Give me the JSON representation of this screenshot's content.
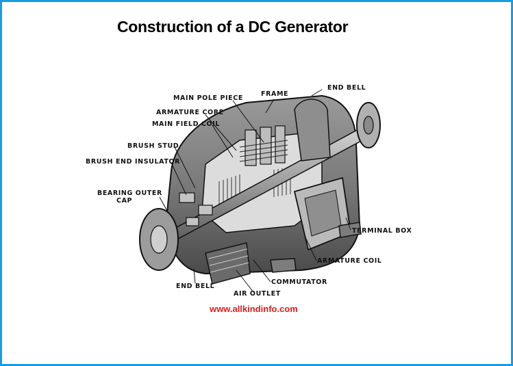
{
  "title": "Construction of a DC Generator",
  "website": "www.allkindinfo.com",
  "colors": {
    "border": "#1a9be0",
    "website": "#e01c1c",
    "ink": "#111111"
  },
  "labels": {
    "main_pole_piece": "MAIN POLE PIECE",
    "frame": "FRAME",
    "end_bell_top": "END BELL",
    "armature_core": "ARMATURE CORE",
    "main_field_coil": "MAIN FIELD COIL",
    "brush_stud": "BRUSH STUD",
    "brush_end_insulator": "BRUSH END INSULATOR",
    "bearing_outer_line1": "BEARING OUTER",
    "bearing_outer_line2": "CAP",
    "terminal_box": "TERMINAL BOX",
    "armature_coil": "ARMATURE COIL",
    "commutator": "COMMUTATOR",
    "air_outlet": "AIR OUTLET",
    "end_bell_bottom": "END BELL"
  }
}
